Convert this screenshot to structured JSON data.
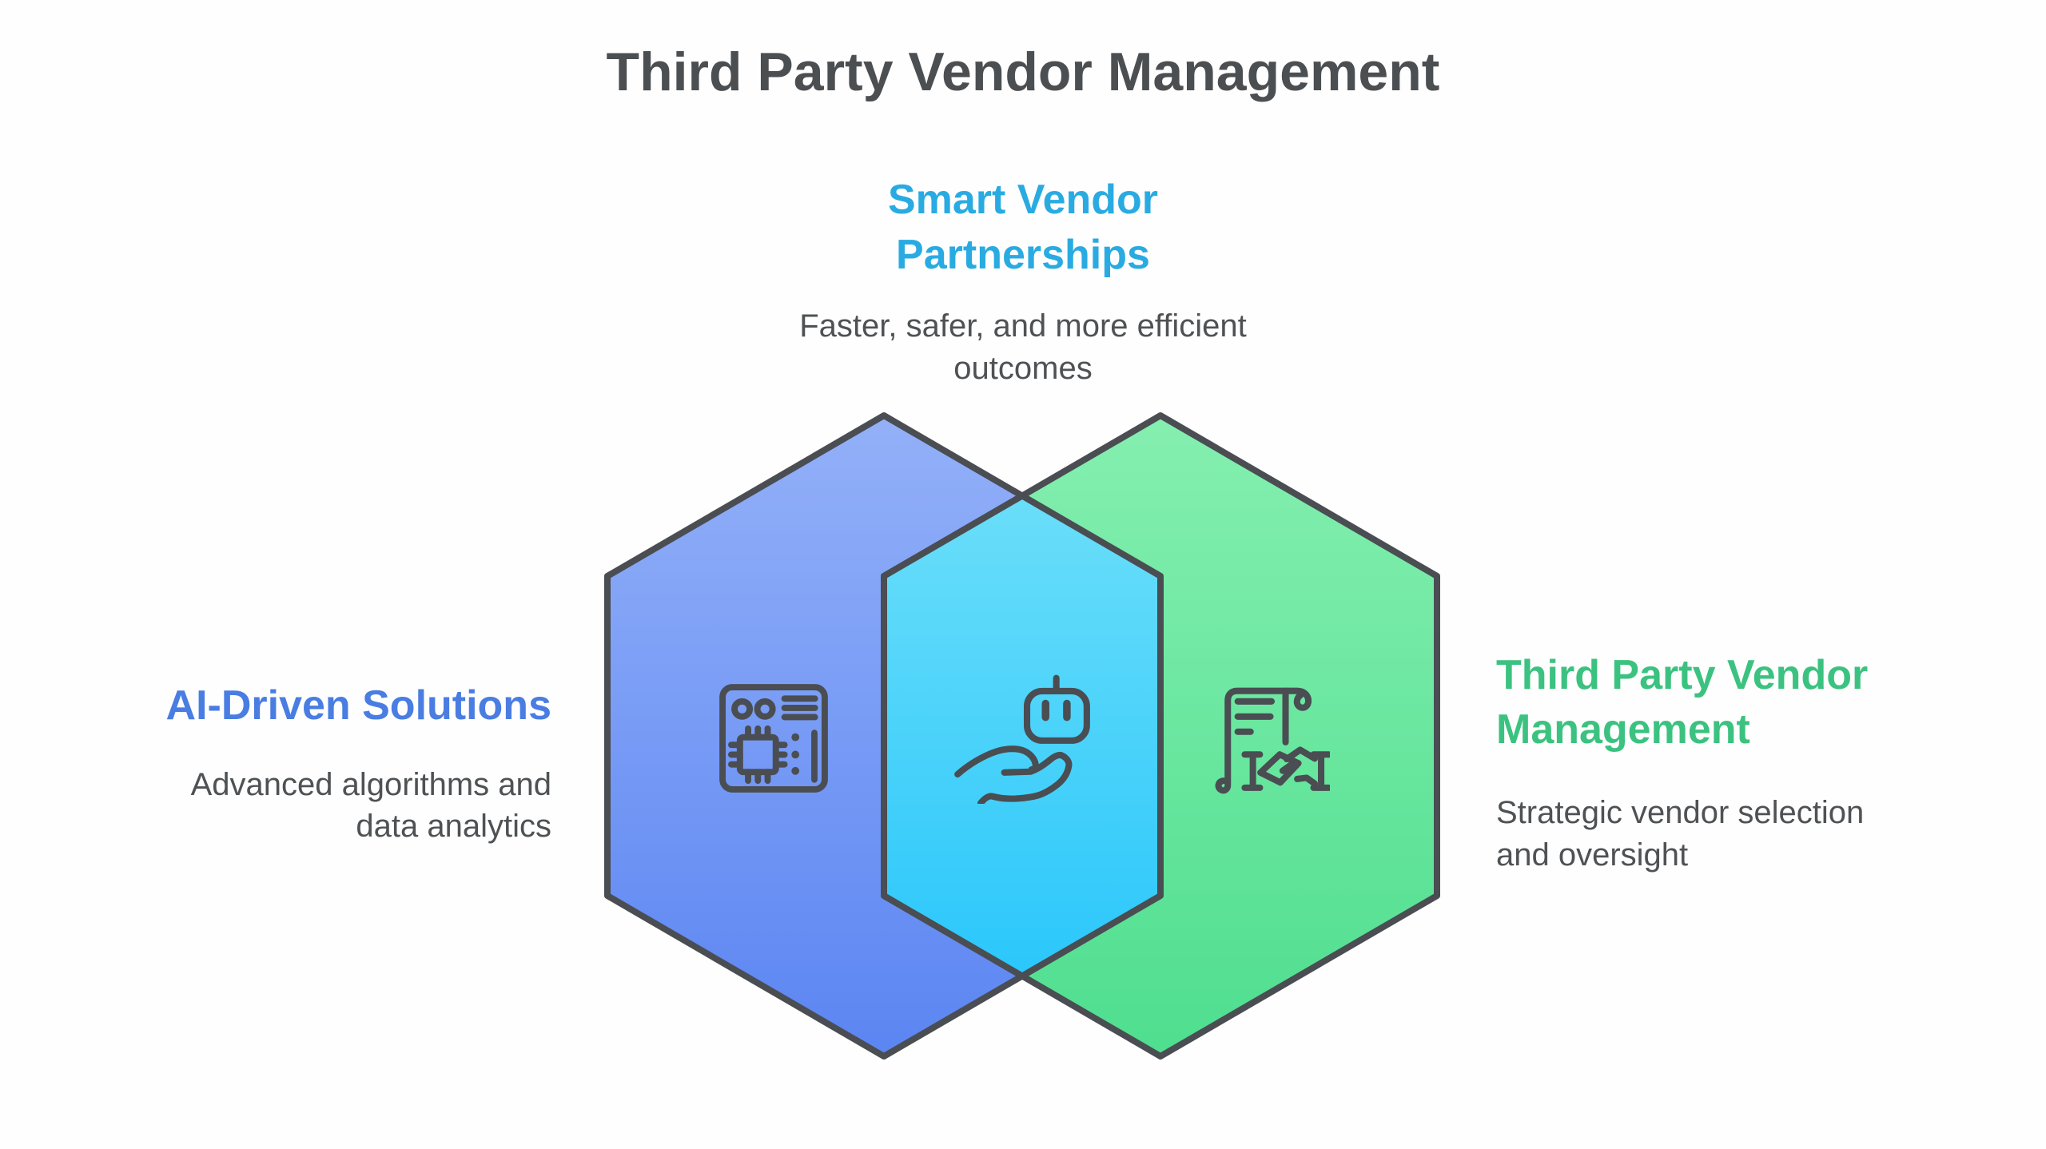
{
  "page": {
    "title": "Third Party Vendor Management",
    "background": "#fefefe"
  },
  "colors": {
    "title_text": "#4c4f52",
    "body_text": "#4f5254",
    "outline": "#4a4d52",
    "blue_heading": "#4a7de2",
    "cyan_heading": "#29abe2",
    "green_heading": "#3cc280",
    "blue_hexagon_top": "#93b0f8",
    "blue_hexagon_bottom": "#5b85f2",
    "green_hexagon_top": "#85efb0",
    "green_hexagon_bottom": "#4fde8f",
    "overlap_hexagon_top": "#6adef9",
    "overlap_hexagon_bottom": "#2bc7fb"
  },
  "sections": {
    "left": {
      "heading": "AI-Driven Solutions",
      "description": "Advanced algorithms and data analytics",
      "icon": "circuit-board-icon"
    },
    "overlap": {
      "heading": "Smart Vendor Partnerships",
      "description": "Faster, safer, and more efficient outcomes",
      "icon": "robot-in-hand-icon"
    },
    "right": {
      "heading": "Third Party Vendor Management",
      "description": "Strategic vendor selection and oversight",
      "icon": "contract-handshake-icon"
    }
  }
}
